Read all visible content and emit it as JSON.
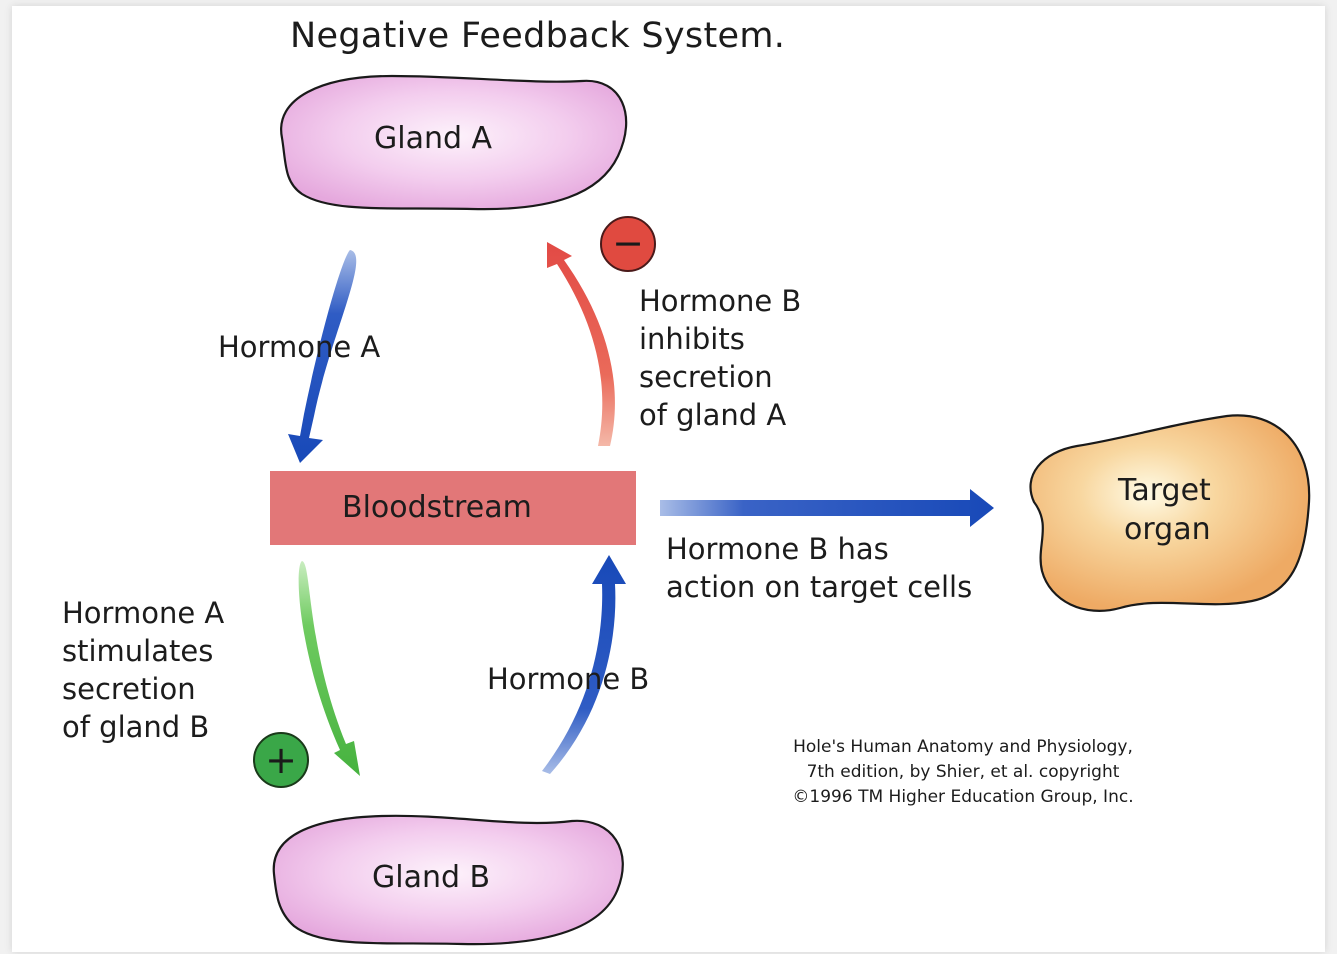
{
  "title": "Negative Feedback System.",
  "nodes": {
    "gland_a": "Gland A",
    "gland_b": "Gland B",
    "bloodstream": "Bloodstream",
    "target_organ_line1": "Target",
    "target_organ_line2": "organ"
  },
  "arrows": {
    "hormone_a": "Hormone A",
    "hormone_b": "Hormone B"
  },
  "annotations": {
    "inhibits": [
      "Hormone B",
      "inhibits",
      "secretion",
      "of gland A"
    ],
    "stimulates": [
      "Hormone A",
      "stimulates",
      "secretion",
      "of gland B"
    ],
    "action": [
      "Hormone B has",
      "action on target cells"
    ]
  },
  "signs": {
    "minus": "−",
    "plus": "+"
  },
  "citation": [
    "Hole's Human Anatomy and Physiology,",
    "7th edition, by Shier, et al. copyright",
    "©1996 TM Higher Education Group, Inc."
  ],
  "colors": {
    "gland_fill": "#eebfe8",
    "bloodstream": "#e27778",
    "target_fill": "#f4c182",
    "arrow_blue": "#1849b8",
    "arrow_red": "#e24a45",
    "arrow_green": "#52b94a",
    "minus_badge": "#e04a40",
    "plus_badge": "#3aa748"
  }
}
